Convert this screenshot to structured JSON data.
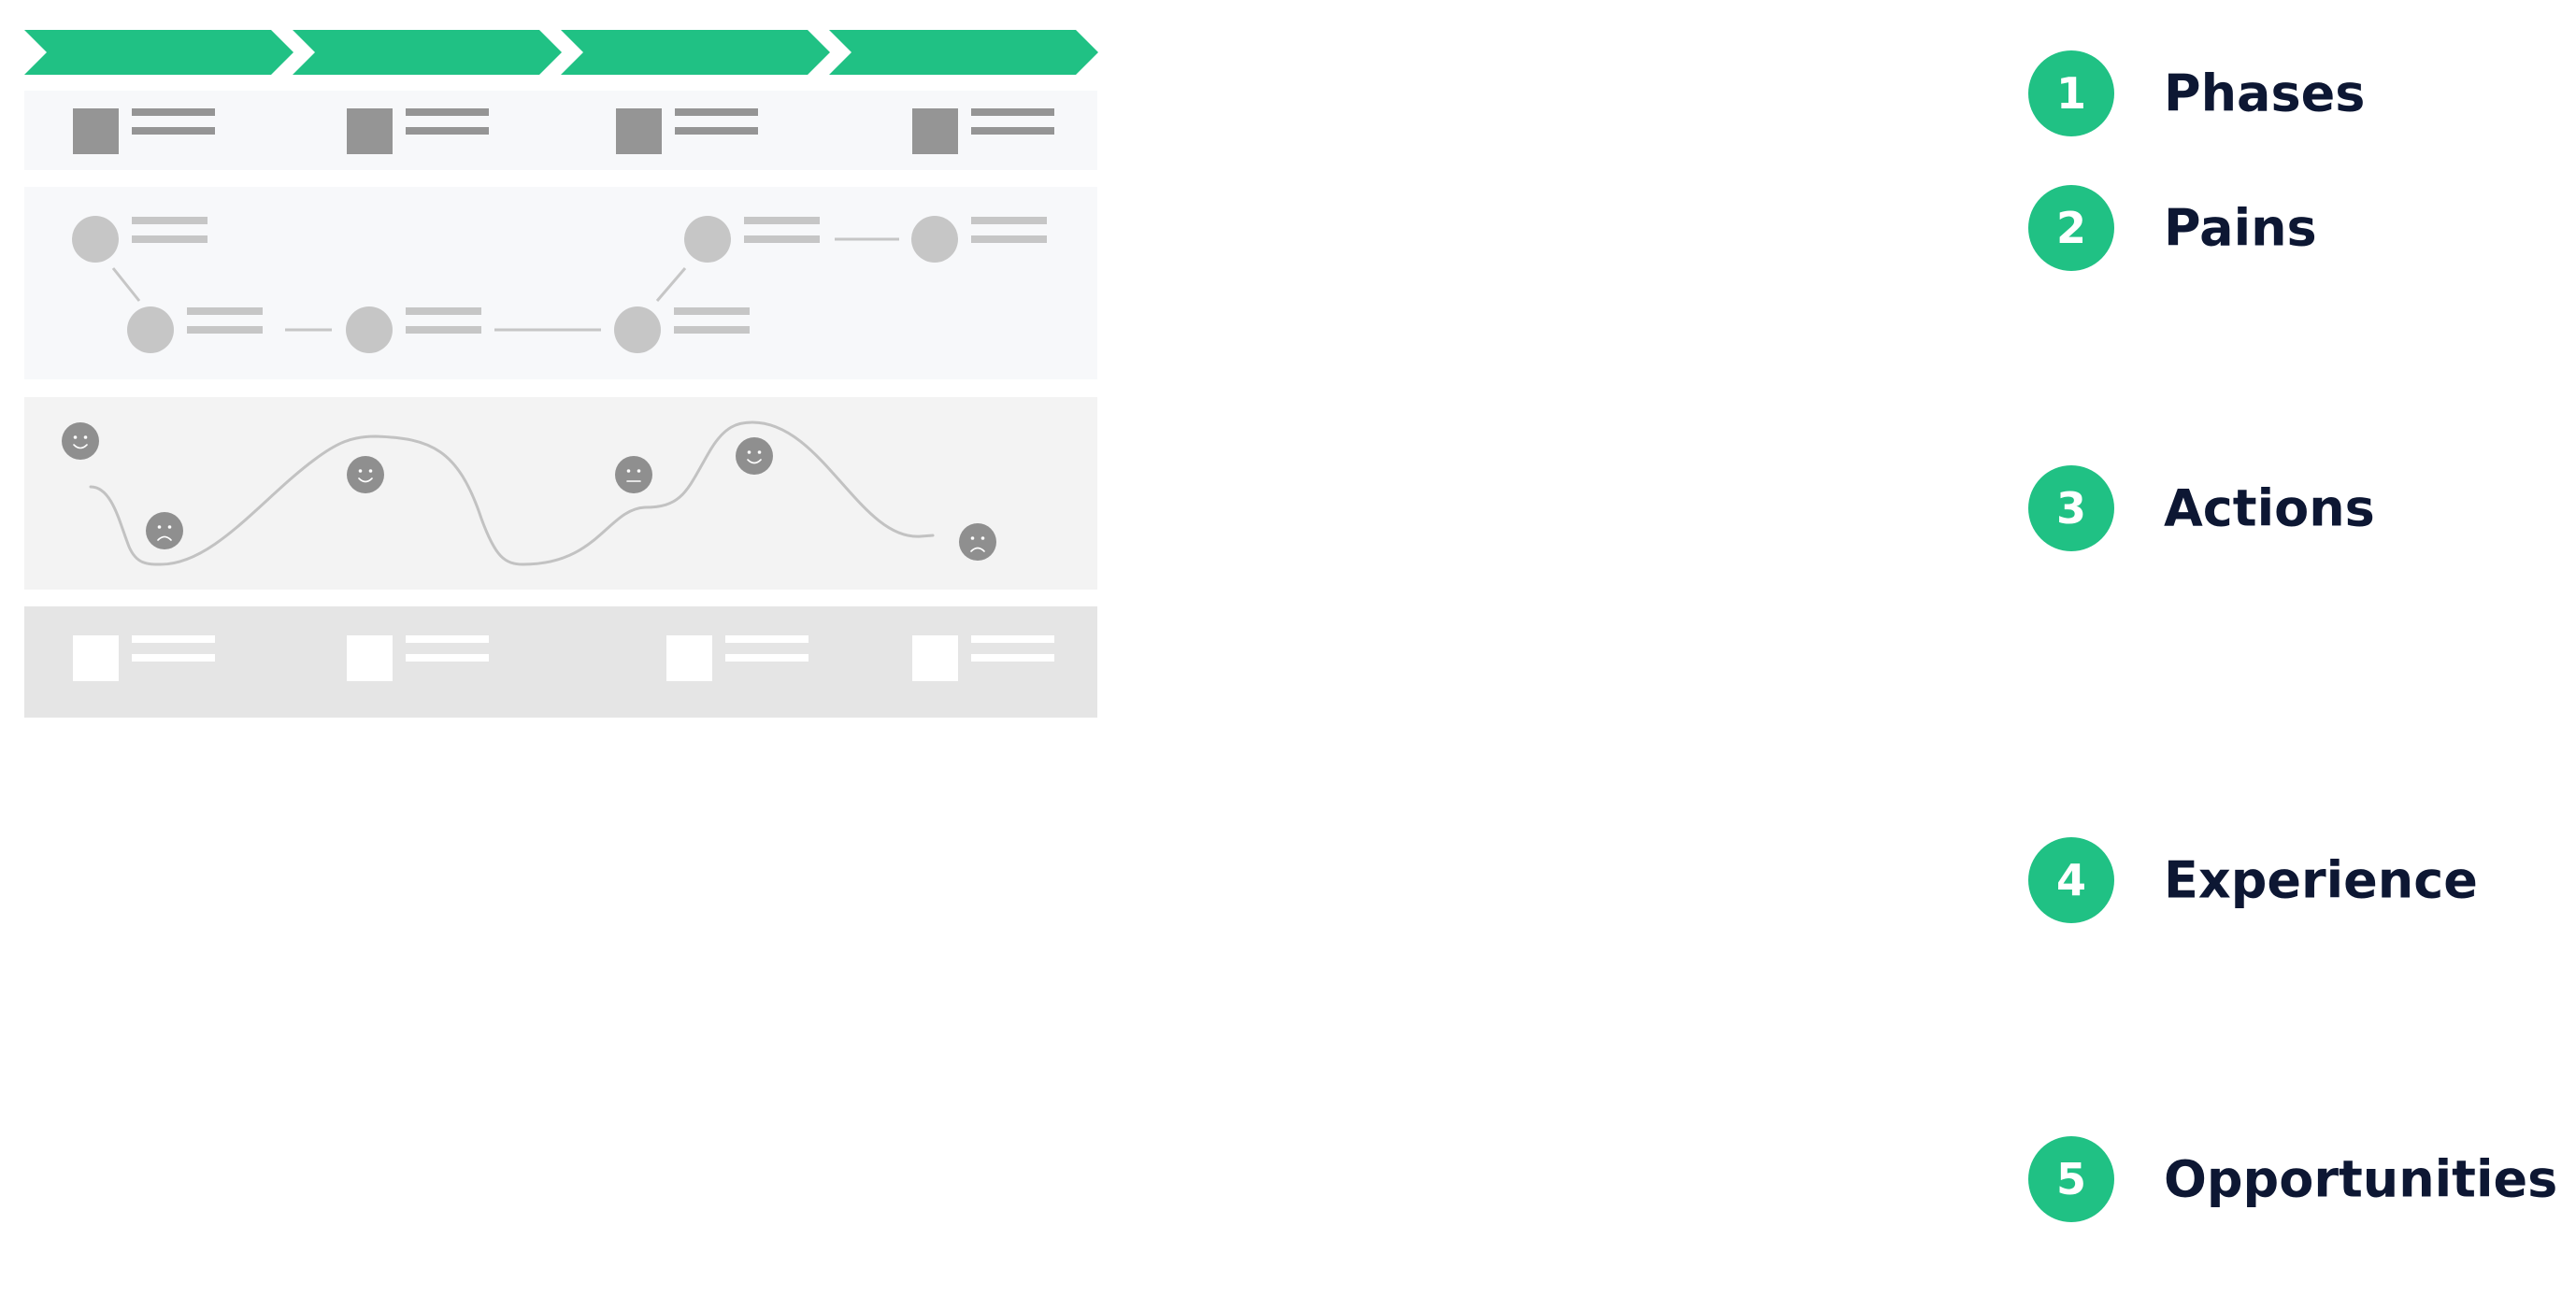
{
  "colors": {
    "accent": "#20c184",
    "label_text": "#0d1733",
    "phases_band": "#f7f8fa",
    "actions_band": "#f7f8fa",
    "experience_band": "#f3f3f3",
    "opportunities_band": "#e5e5e5",
    "placeholder_dark": "#959595",
    "placeholder_light": "#c6c6c6",
    "placeholder_white": "#ffffff",
    "face": "#8f8f8f"
  },
  "legend": [
    {
      "number": "1",
      "label": "Phases"
    },
    {
      "number": "2",
      "label": "Pains"
    },
    {
      "number": "3",
      "label": "Actions"
    },
    {
      "number": "4",
      "label": "Experience"
    },
    {
      "number": "5",
      "label": "Opportunities"
    }
  ],
  "experience_faces": [
    "smile",
    "frown",
    "smile",
    "neutral",
    "smile",
    "frown"
  ]
}
